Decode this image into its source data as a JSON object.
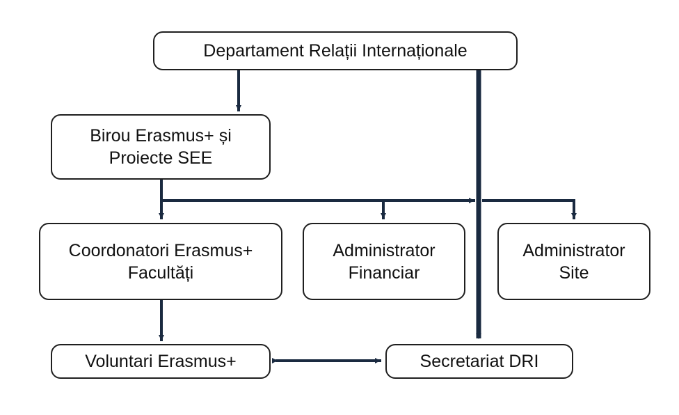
{
  "diagram": {
    "colors": {
      "connector": "#1a2a40",
      "box_border": "#1f1f1f",
      "box_fill": "#ffffff",
      "text": "#111111"
    },
    "nodes": {
      "dri": {
        "line1": "Departament Relații Internaționale"
      },
      "erasmus_office": {
        "line1": "Birou Erasmus+ și",
        "line2": "Proiecte SEE"
      },
      "coordinators": {
        "line1": "Coordonatori Erasmus+",
        "line2": "Facultăți"
      },
      "financial_admin": {
        "line1": "Administrator",
        "line2": "Financiar"
      },
      "site_admin": {
        "line1": "Administrator",
        "line2": "Site"
      },
      "volunteers": {
        "line1": "Voluntari Erasmus+"
      },
      "secretariat": {
        "line1": "Secretariat DRI"
      }
    }
  }
}
